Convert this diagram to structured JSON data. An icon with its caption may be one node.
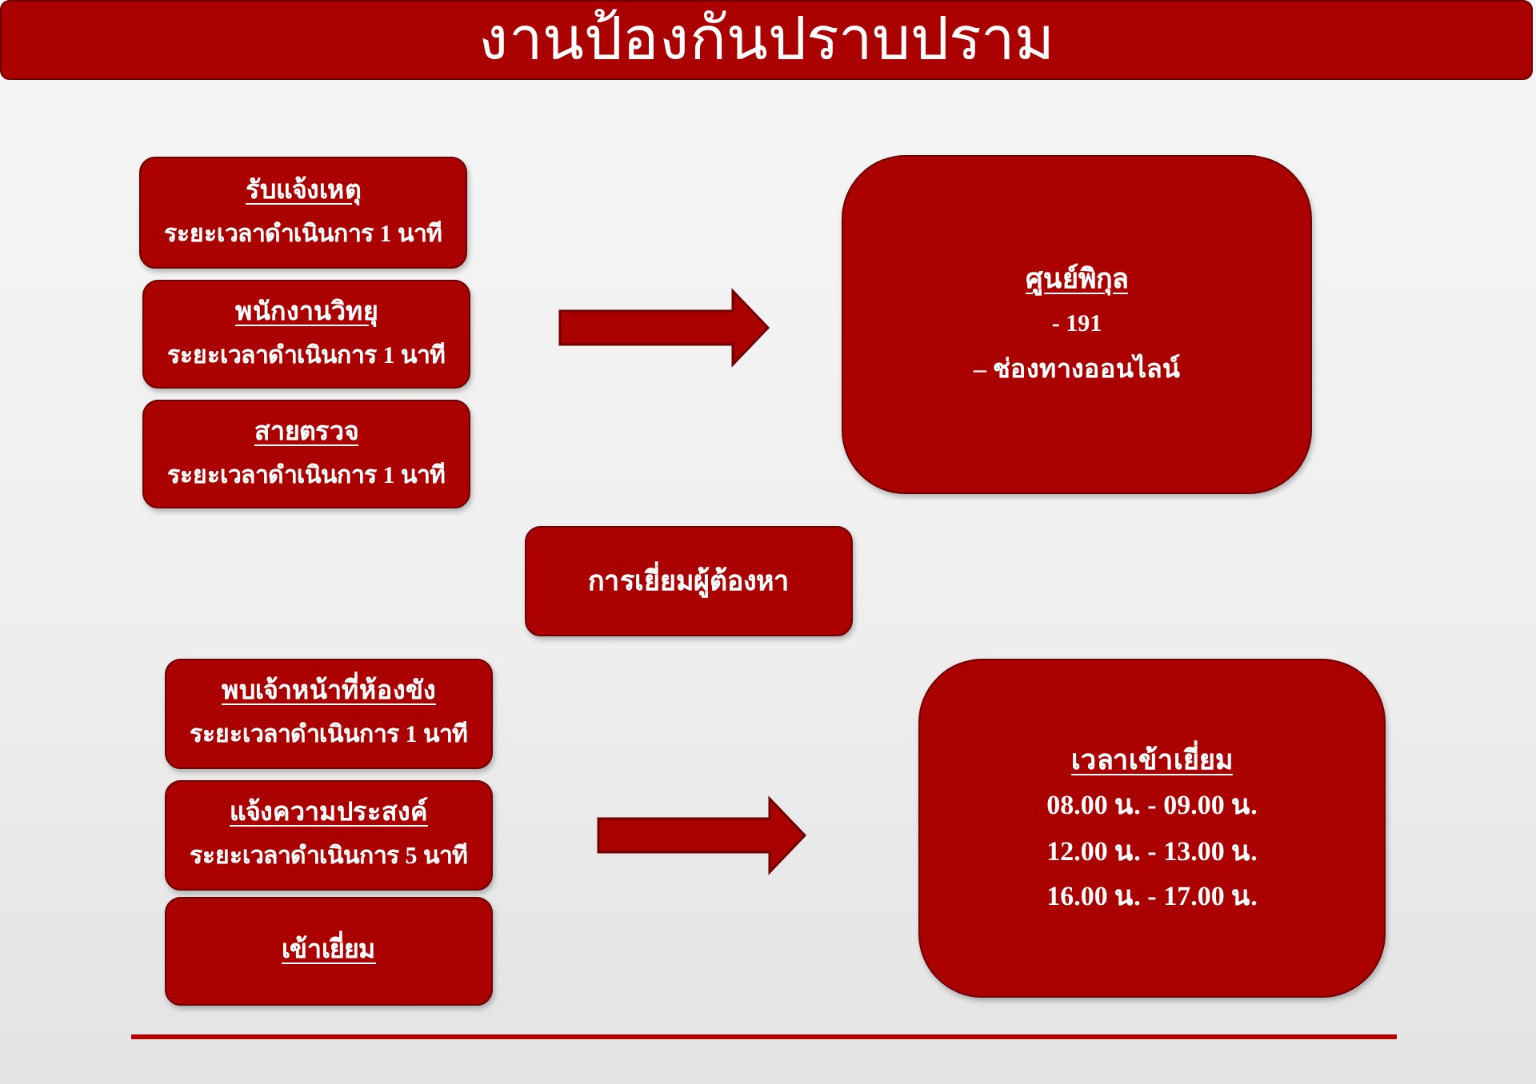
{
  "diagram": {
    "title": "งานป้องกันปราบปราม",
    "nodes": [
      {
        "text": [
          "รับแจ้งเหตุ",
          "ระยะเวลาดำเนินการ 1 นาที"
        ]
      },
      {
        "text": [
          "พนักงานวิทยุ",
          "ระยะเวลาดำเนินการ 1 นาที"
        ]
      },
      {
        "text": [
          "สายตรวจ",
          "ระยะเวลาดำเนินการ 1 นาที"
        ]
      },
      {
        "text": [
          "ศูนย์พิกุล",
          "- 191",
          "– ช่องทางออนไลน์"
        ]
      },
      {
        "text": [
          "การเยี่ยมผู้ต้องหา"
        ]
      },
      {
        "text": [
          "พบเจ้าหน้าที่ห้องขัง",
          "ระยะเวลาดำเนินการ 1 นาที"
        ]
      },
      {
        "text": [
          "แจ้งความประสงค์",
          "ระยะเวลาดำเนินการ 5 นาที"
        ]
      },
      {
        "text": [
          "เข้าเยี่ยม"
        ]
      },
      {
        "text": [
          "เวลาเข้าเยี่ยม",
          "08.00 น. - 09.00 น.",
          "12.00 น. - 13.00 น.",
          "16.00 น. - 17.00 น."
        ]
      }
    ],
    "edges": [
      {
        "from": 1,
        "to": 3,
        "arrow": "to"
      },
      {
        "from": 6,
        "to": 8,
        "arrow": "to"
      }
    ]
  }
}
